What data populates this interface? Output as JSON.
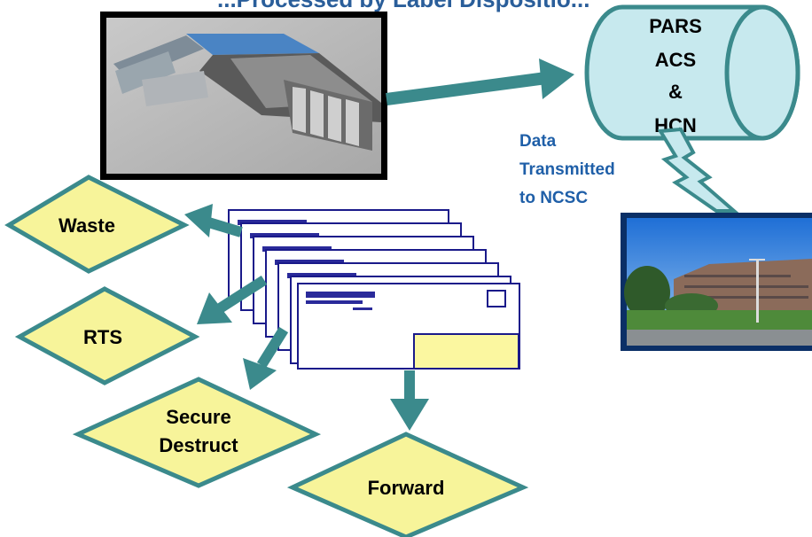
{
  "header": {
    "title_fragment": "...Processed by Label Dispositio..."
  },
  "database": {
    "lines": [
      "PARS",
      "ACS",
      "&",
      "HCN"
    ]
  },
  "transmission": {
    "lines": [
      "Data",
      "Transmitted",
      "to NCSC"
    ]
  },
  "dispositions": {
    "waste": "Waste",
    "rts": "RTS",
    "secure_destruct": [
      "Secure",
      "Destruct"
    ],
    "forward": "Forward"
  },
  "images": {
    "machine": "mail-processing-machine-photo",
    "building": "ncsc-building-photo"
  },
  "colors": {
    "arrow": "#3b8a8c",
    "diamond_fill": "#f7f49a",
    "diamond_stroke": "#3b8a8c",
    "cylinder_fill": "#c7e9ee",
    "text_blue": "#1f5fa8",
    "envelope_stroke": "#1a1a8a",
    "label_fill": "#fbf7a0"
  }
}
